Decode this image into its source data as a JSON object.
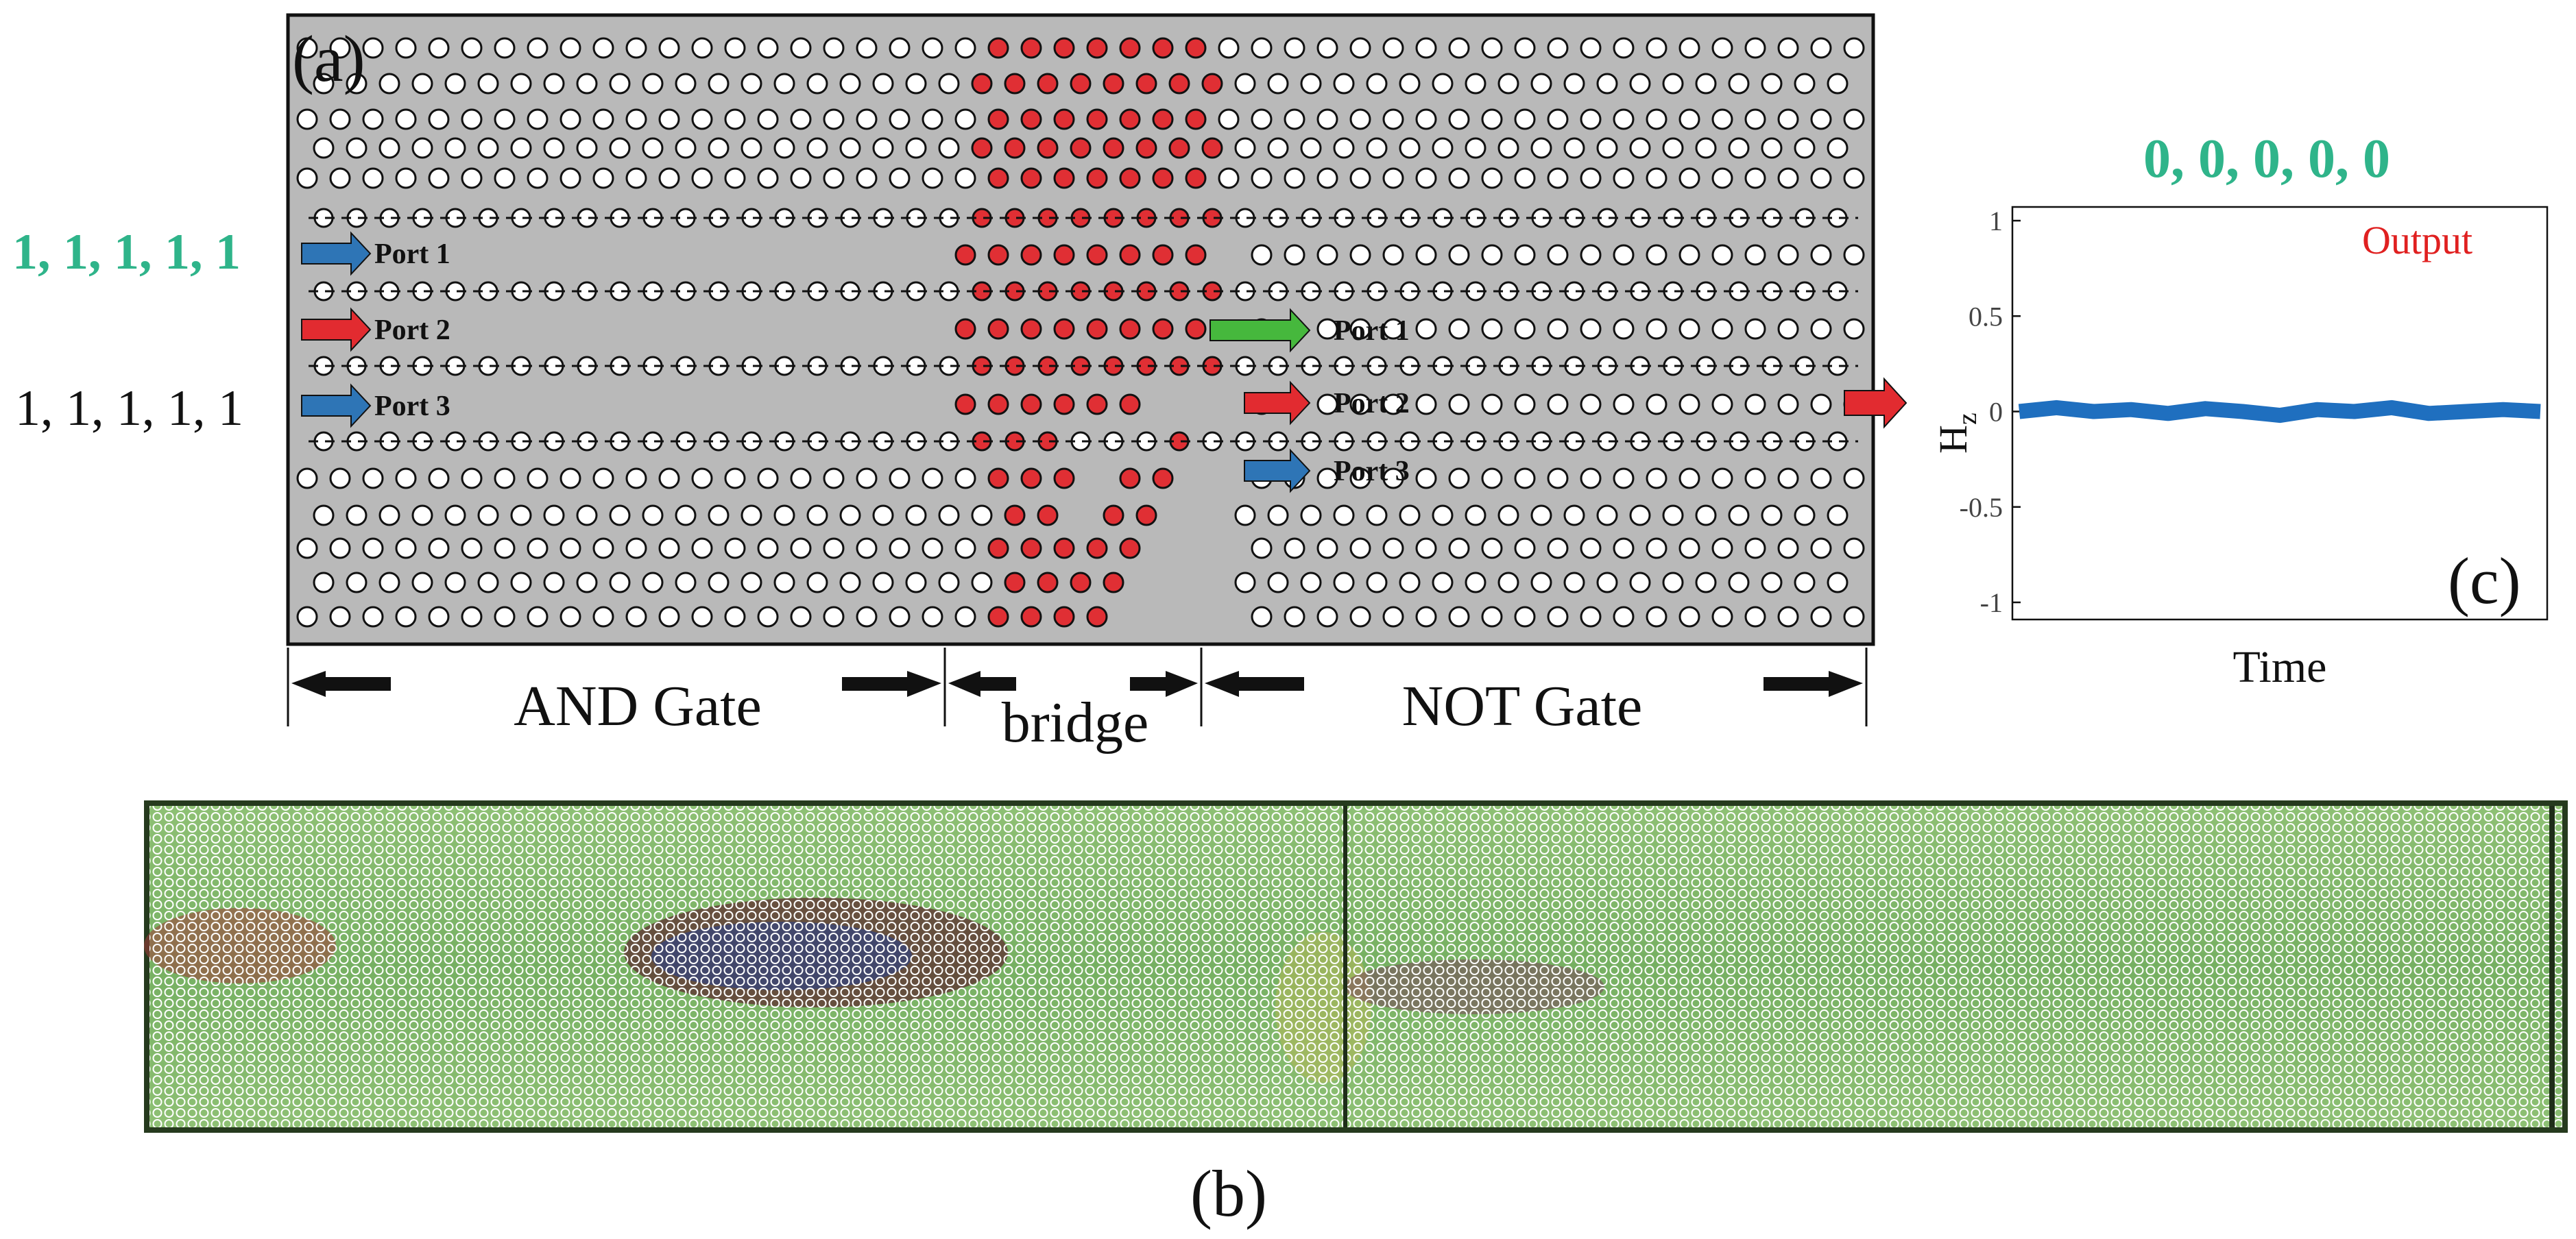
{
  "panel_a": {
    "label": "(a)",
    "input_and": "1, 1, 1, 1, 1",
    "input_not": "1, 1, 1, 1, 1",
    "left_ports": [
      "Port 1",
      "Port 2",
      "Port 3"
    ],
    "right_ports": [
      "Port 1",
      "Port 2",
      "Port 3"
    ],
    "sections": {
      "and_gate": "AND Gate",
      "bridge": "bridge",
      "not_gate": "NOT Gate"
    }
  },
  "panel_b": {
    "label": "(b)"
  },
  "panel_c": {
    "label": "(c)",
    "output_bits": "0, 0, 0, 0, 0",
    "legend": "Output",
    "xlabel": "Time",
    "ylabel_main": "H",
    "ylabel_sub": "z",
    "yticks": [
      "1",
      "0.5",
      "0",
      "-0.5",
      "-1"
    ]
  },
  "chart_data": {
    "type": "line",
    "title": "0, 0, 0, 0, 0",
    "xlabel": "Time",
    "ylabel": "Hz",
    "ylim": [
      -1,
      1
    ],
    "yticks": [
      1,
      0.5,
      0,
      -0.5,
      -1
    ],
    "series": [
      {
        "name": "Output",
        "values": [
          0,
          0.02,
          0,
          0.01,
          -0.01,
          0.015,
          0,
          -0.02,
          0.01,
          0,
          0.02,
          -0.01,
          0,
          0.01,
          0
        ]
      }
    ]
  },
  "colors": {
    "slab": "#b9b9b9",
    "red_rod": "#e02f34",
    "input_green": "#2fb48a",
    "output_text": "#e02020",
    "arrow_blue": "#2e75b6",
    "arrow_red": "#e22b30",
    "arrow_green": "#46b83d",
    "signal_blue": "#1f6fbf",
    "field_green": "#78b468"
  }
}
